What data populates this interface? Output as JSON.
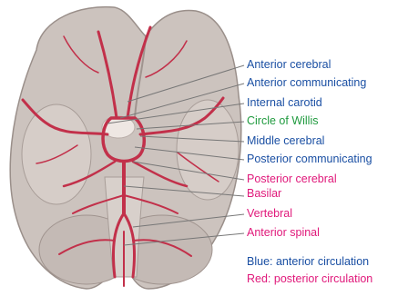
{
  "colors": {
    "anterior": "#1a4fa3",
    "posterior": "#e0187a",
    "willis": "#1f9a3e",
    "artery": "#c2304a",
    "brain": "#ccc3be",
    "leader": "#777777"
  },
  "labels": [
    {
      "id": "anterior-cerebral",
      "text": "Anterior cerebral",
      "group": "anterior"
    },
    {
      "id": "anterior-communicating",
      "text": "Anterior communicating",
      "group": "anterior"
    },
    {
      "id": "internal-carotid",
      "text": "Internal carotid",
      "group": "anterior"
    },
    {
      "id": "circle-of-willis",
      "text": "Circle of Willis",
      "group": "willis"
    },
    {
      "id": "middle-cerebral",
      "text": "Middle cerebral",
      "group": "anterior"
    },
    {
      "id": "posterior-communicating",
      "text": "Posterior communicating",
      "group": "anterior"
    },
    {
      "id": "posterior-cerebral",
      "text": "Posterior cerebral",
      "group": "posterior"
    },
    {
      "id": "basilar",
      "text": "Basilar",
      "group": "posterior"
    },
    {
      "id": "vertebral",
      "text": "Vertebral",
      "group": "posterior"
    },
    {
      "id": "anterior-spinal",
      "text": "Anterior spinal",
      "group": "posterior"
    }
  ],
  "legend": {
    "blue": "Blue: anterior circulation",
    "red": "Red: posterior circulation"
  }
}
